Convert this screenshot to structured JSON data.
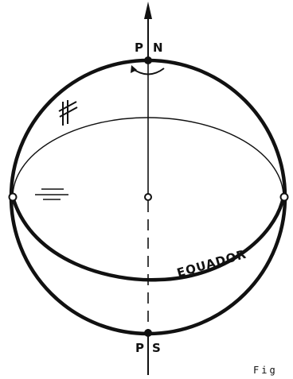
{
  "labels": {
    "north_p": "P",
    "north_n": "N",
    "south_p": "P",
    "south_s": "S",
    "equator": "EQUADOR",
    "figure": "Fig"
  },
  "colors": {
    "ink": "#111111",
    "background": "#ffffff"
  }
}
